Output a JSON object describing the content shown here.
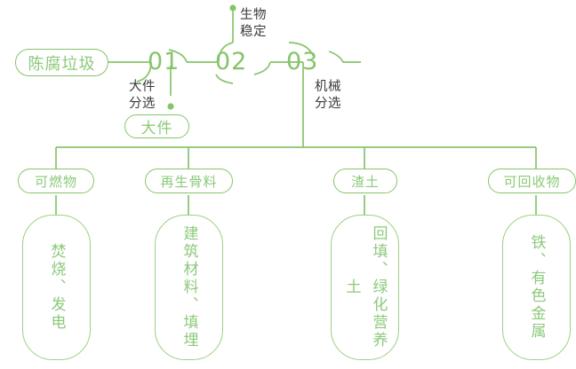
{
  "colors": {
    "line": "#86C46A",
    "line_light": "#9CCF84",
    "node_text": "#8CC97A",
    "caption_text": "#3A3A3A",
    "background": "#FFFFFF"
  },
  "diagram": {
    "type": "process-flow",
    "source": {
      "label": "陈腐垃圾"
    },
    "stages": [
      {
        "number": "01",
        "caption": "大件\n分选",
        "output": {
          "label": "大件"
        }
      },
      {
        "number": "02",
        "caption": "生物\n稳定",
        "output": null
      },
      {
        "number": "03",
        "caption": "机械\n分选",
        "output": null
      }
    ],
    "outputs": [
      {
        "label": "可燃物",
        "destination": "焚烧、发电"
      },
      {
        "label": "再生骨料",
        "destination": "建筑材料、填埋"
      },
      {
        "label": "渣土",
        "destination": "回填、绿化营养土"
      },
      {
        "label": "可回收物",
        "destination": "铁、有色金属"
      }
    ]
  }
}
